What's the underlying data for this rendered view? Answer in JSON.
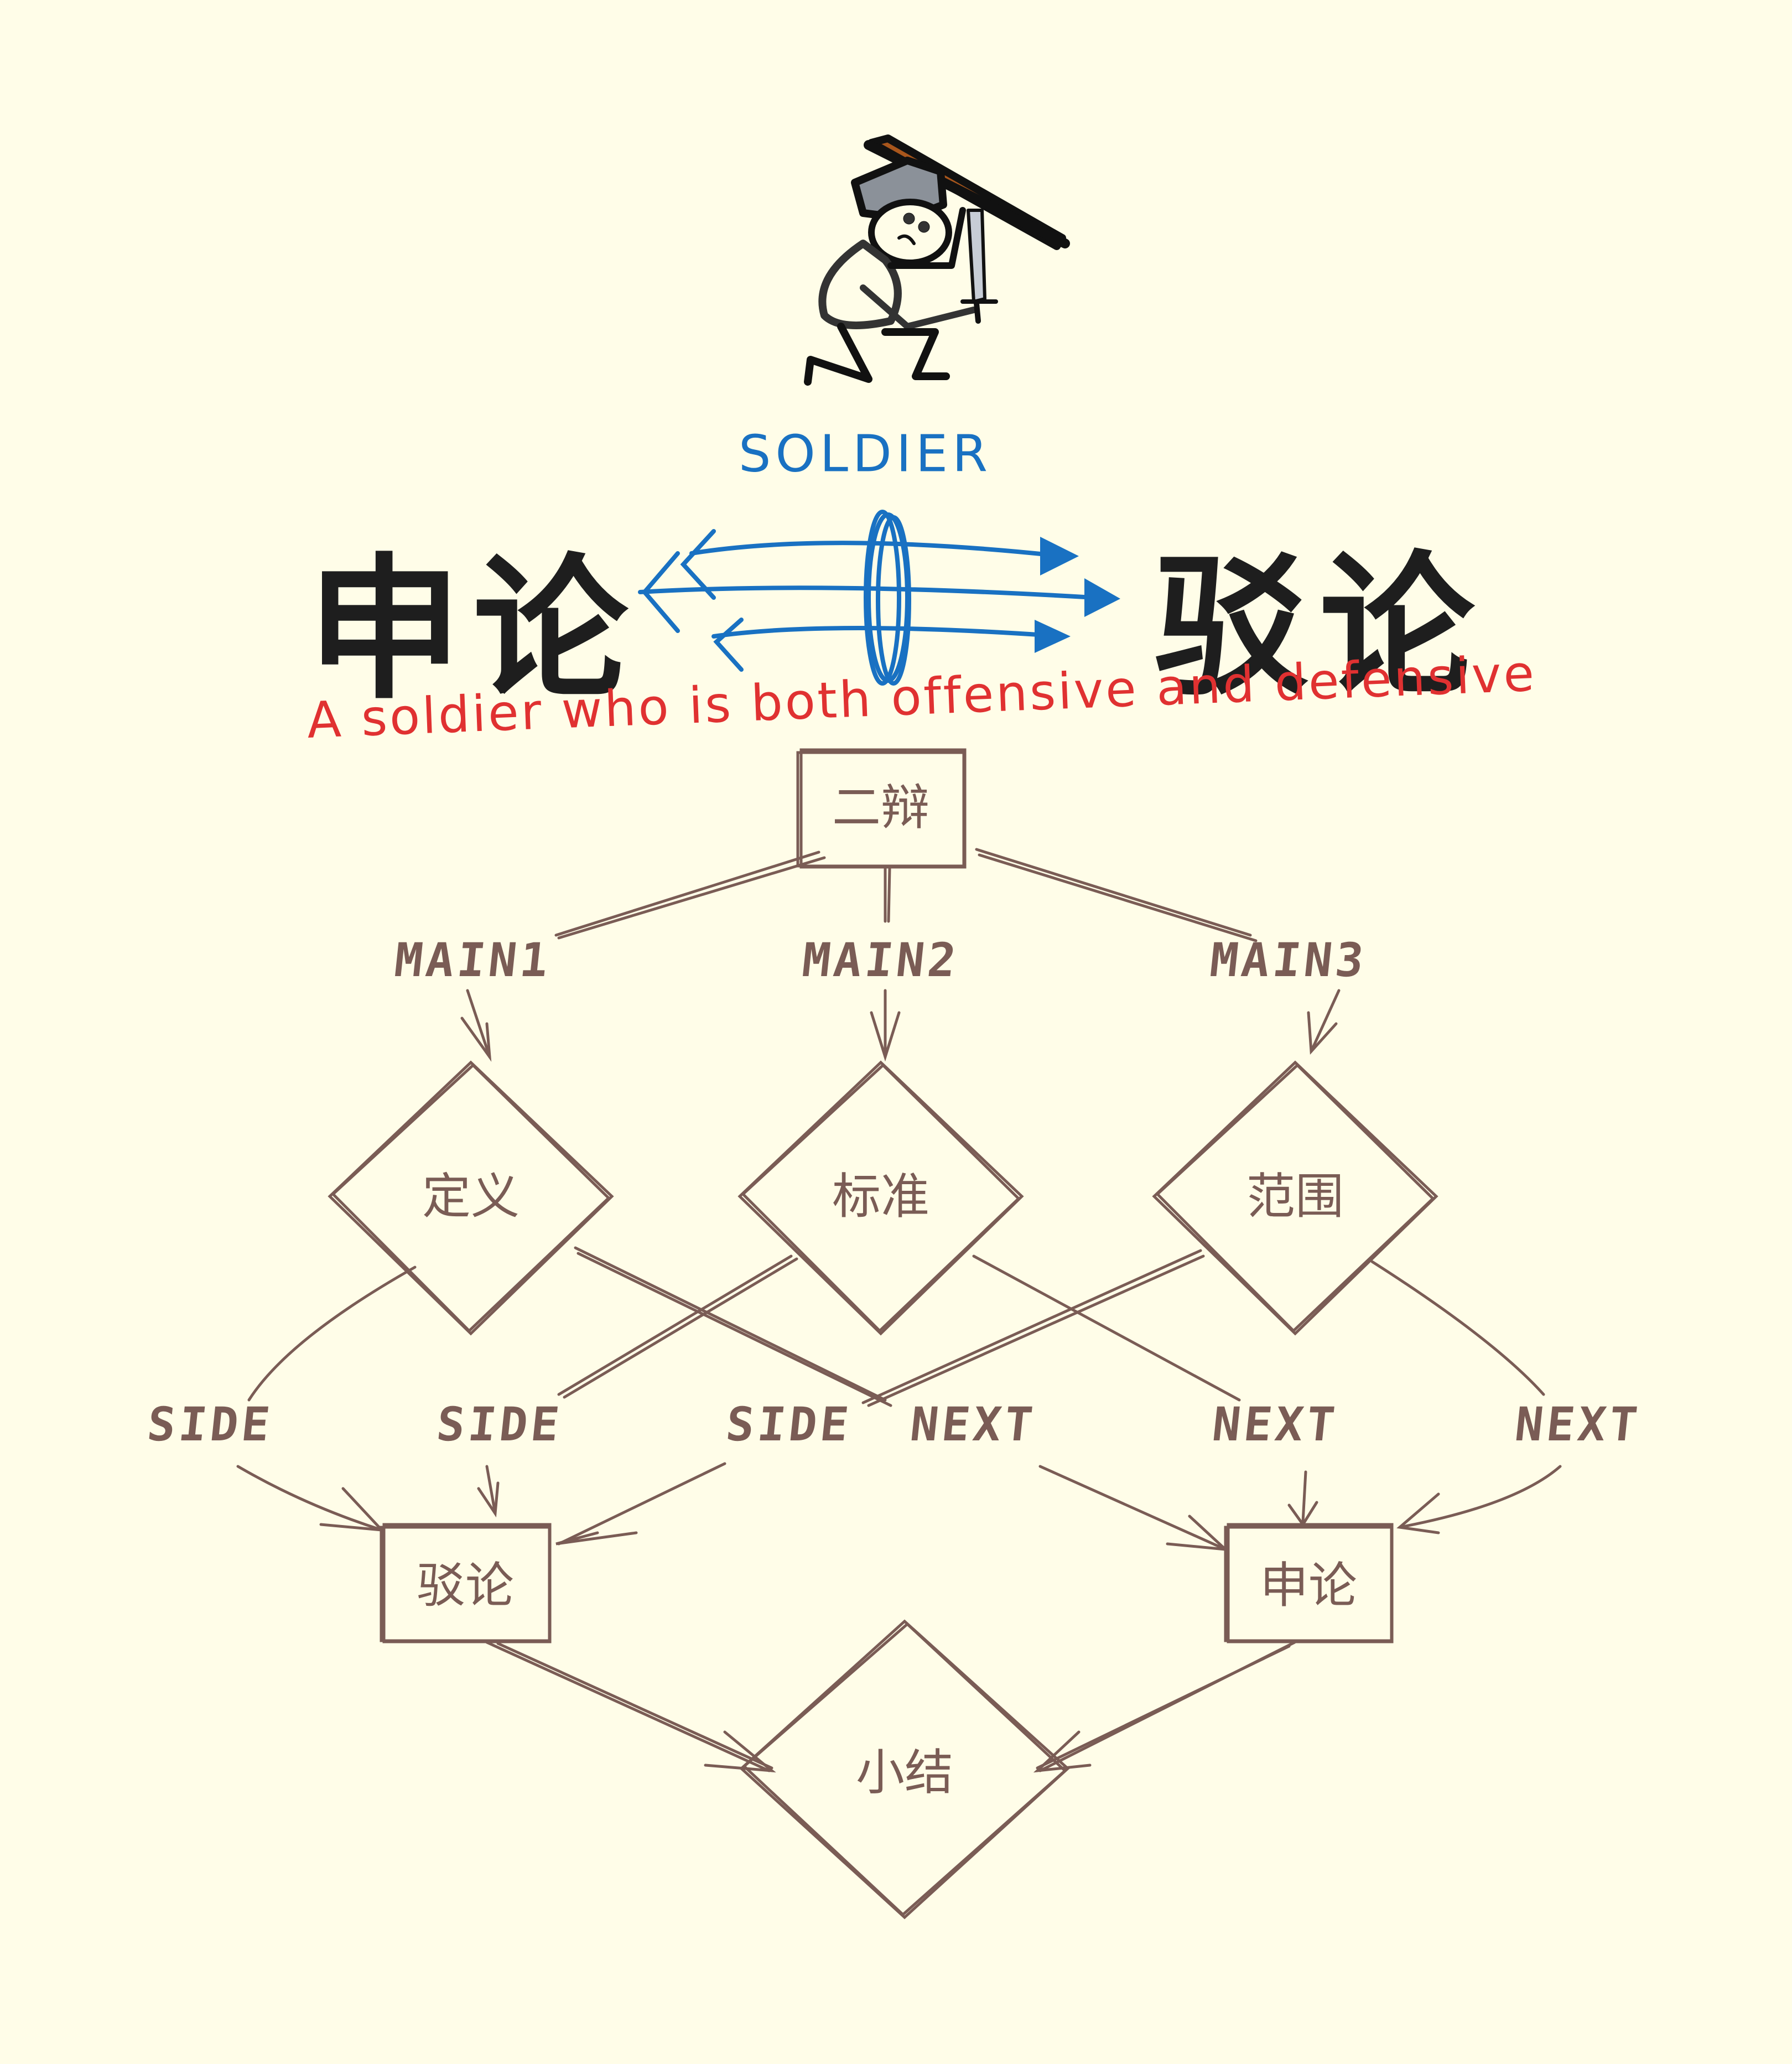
{
  "header": {
    "figure_label": "SOLDIER",
    "left_title": "申论",
    "right_title": "驳论",
    "subtitle": "A soldier who is both offensive and defensive"
  },
  "flowchart": {
    "root": {
      "label": "二辩",
      "shape": "rectangle"
    },
    "main_branches": [
      {
        "label": "MAIN1",
        "node": "定义"
      },
      {
        "label": "MAIN2",
        "node": "标准"
      },
      {
        "label": "MAIN3",
        "node": "范围"
      }
    ],
    "edge_labels": {
      "side": [
        "SIDE",
        "SIDE",
        "SIDE"
      ],
      "next": [
        "NEXT",
        "NEXT",
        "NEXT"
      ]
    },
    "targets": [
      {
        "label": "驳论",
        "shape": "rectangle",
        "via": "SIDE"
      },
      {
        "label": "申论",
        "shape": "rectangle",
        "via": "NEXT"
      }
    ],
    "sink": {
      "label": "小结",
      "shape": "diamond"
    }
  },
  "colors": {
    "background": "#FFFDE8",
    "stroke": "#7A5C55",
    "blue": "#1971C2",
    "red": "#E03131",
    "ink": "#1E1E1E"
  },
  "icons": [
    "soldier-with-shield-and-sword-illustration",
    "bidirectional-arrows-icon"
  ]
}
